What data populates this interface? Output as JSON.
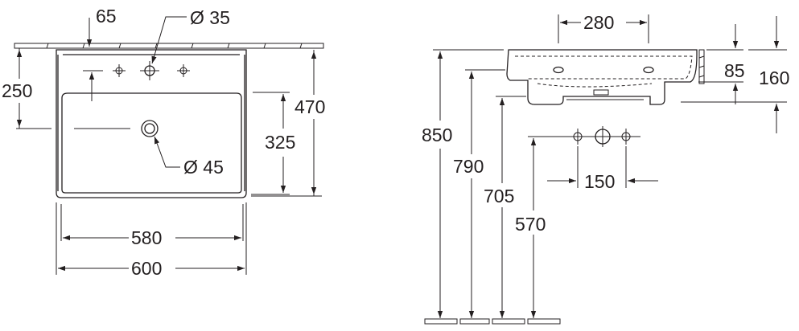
{
  "plan_view": {
    "dim_tap_offset": "65",
    "dim_tap_hole": "Ø 35",
    "dim_tap_depth": "250",
    "dim_overall_depth": "470",
    "dim_drain_depth": "325",
    "dim_drain_hole": "Ø 45",
    "dim_inner_width": "580",
    "dim_overall_width": "600"
  },
  "side_view": {
    "dim_bowl_width": "280",
    "dim_rim_height": "85",
    "dim_overall_height": "160",
    "dim_rim_floor": "850",
    "dim_top_floor": "790",
    "dim_bottom_floor": "705",
    "dim_tap_floor": "570",
    "dim_tap_spacing": "150"
  }
}
